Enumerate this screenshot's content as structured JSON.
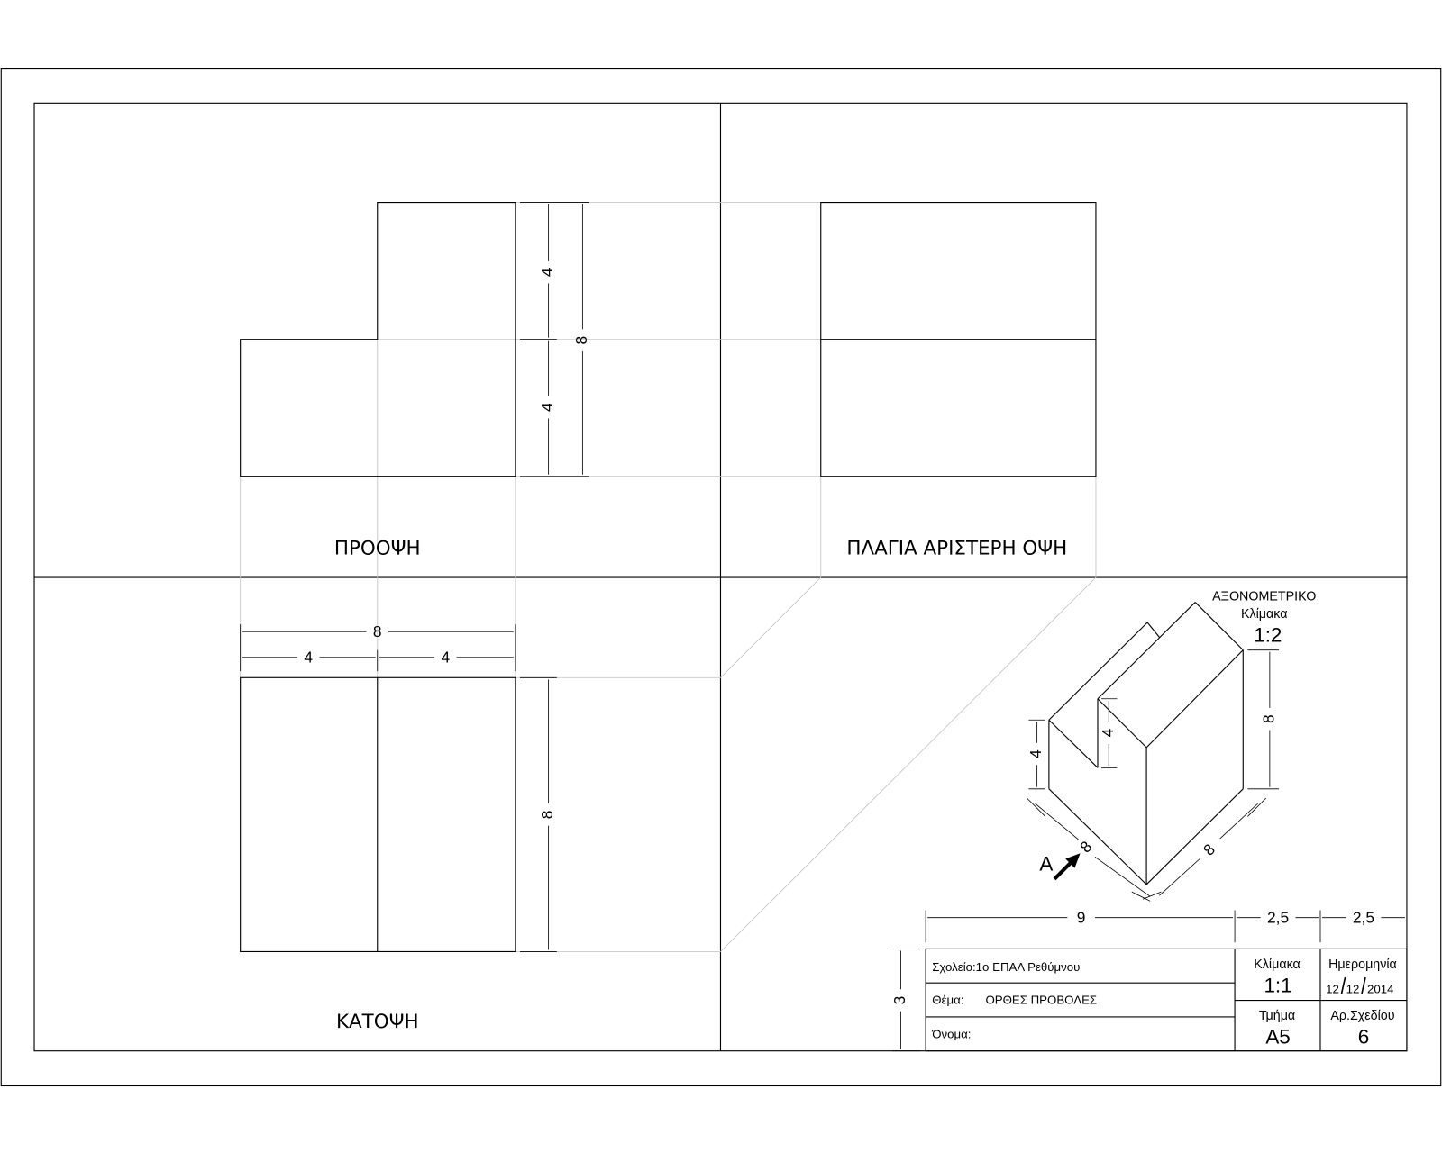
{
  "views": {
    "front": {
      "label": "ΠΡΟΟΨΗ",
      "dims": [
        "4",
        "4",
        "8"
      ]
    },
    "side": {
      "label": "ΠΛΑΓΙΑ ΑΡΙΣΤΕΡΗ ΟΨΗ"
    },
    "top": {
      "label": "ΚΑΤΟΨΗ",
      "dims": [
        "8",
        "4",
        "4",
        "8"
      ]
    }
  },
  "isometric": {
    "title": "ΑΞΟΝΟΜΕΤΡΙΚΟ",
    "scale_label": "Κλίμακα",
    "scale": "1:2",
    "dims": [
      "4",
      "4",
      "8",
      "8",
      "8"
    ],
    "view_marker": "A"
  },
  "title_block": {
    "dims": {
      "width_main": "9",
      "width_col2": "2,5",
      "width_col3": "2,5",
      "height": "3"
    },
    "school": "Σχολείο:1ο ΕΠΑΛ  Ρεθύμνου",
    "subject_label": "Θέμα:",
    "subject": "ΟΡΘΕΣ ΠΡΟΒΟΛΕΣ",
    "name_label": "Όνομα:",
    "scale_label": "Κλίμακα",
    "scale": "1:1",
    "date_label": "Ημερομηνία",
    "date_day": "12",
    "date_month": "12",
    "date_year": "2014",
    "section_label": "Τμήμα",
    "section": "Α5",
    "drawing_no_label": "Αρ.Σχεδίου",
    "drawing_no": "6"
  }
}
